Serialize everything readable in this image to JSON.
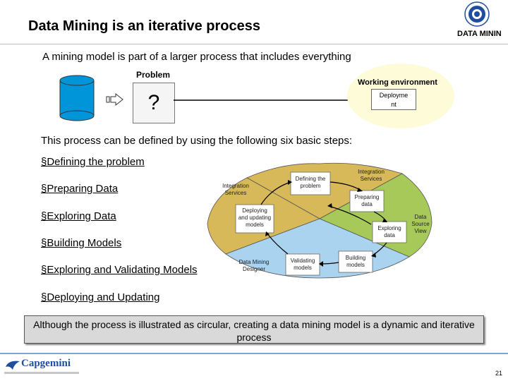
{
  "header": {
    "title": "Data Mining is an iterative process",
    "brand_text": "DATA MININ"
  },
  "intro": "A mining model is part of a larger process that includes everything",
  "flow": {
    "problem_label": "Problem",
    "question_mark": "?",
    "working_env_label": "Working environment",
    "deploy_line1": "Deployme",
    "deploy_line2": "nt"
  },
  "sub_intro": "This process can be defined by using the following six basic steps:",
  "steps": [
    "§Defining the problem",
    "§Preparing Data",
    "§Exploring Data",
    "§Building Models",
    "§Exploring and Validating Models",
    "§Deploying and Updating"
  ],
  "diagram": {
    "defining_1": "Defining the",
    "defining_2": "problem",
    "integration_top_1": "Integration",
    "integration_top_2": "Services",
    "integration_left_1": "Integration",
    "integration_left_2": "Services",
    "preparing_1": "Preparing",
    "preparing_2": "data",
    "deploying_1": "Deploying",
    "deploying_2": "and updating",
    "deploying_3": "models",
    "dsv_1": "Data",
    "dsv_2": "Source",
    "dsv_3": "View",
    "exploring_1": "Exploring",
    "exploring_2": "data",
    "validating_1": "Validating",
    "validating_2": "models",
    "building_1": "Building",
    "building_2": "models",
    "designer_1": "Data Mining",
    "designer_2": "Designer"
  },
  "note": "Although the process is illustrated as circular, creating a data mining model is a dynamic and iterative process",
  "footer": {
    "logo_text": "Capgemini",
    "page_number": "21"
  },
  "colors": {
    "cylinder_fill": "#0095d9",
    "yellow_segment": "#d8b95a",
    "green_segment": "#a6c95a",
    "blue_segment": "#a9d3ee",
    "accent_blue": "#1f4e9e"
  }
}
